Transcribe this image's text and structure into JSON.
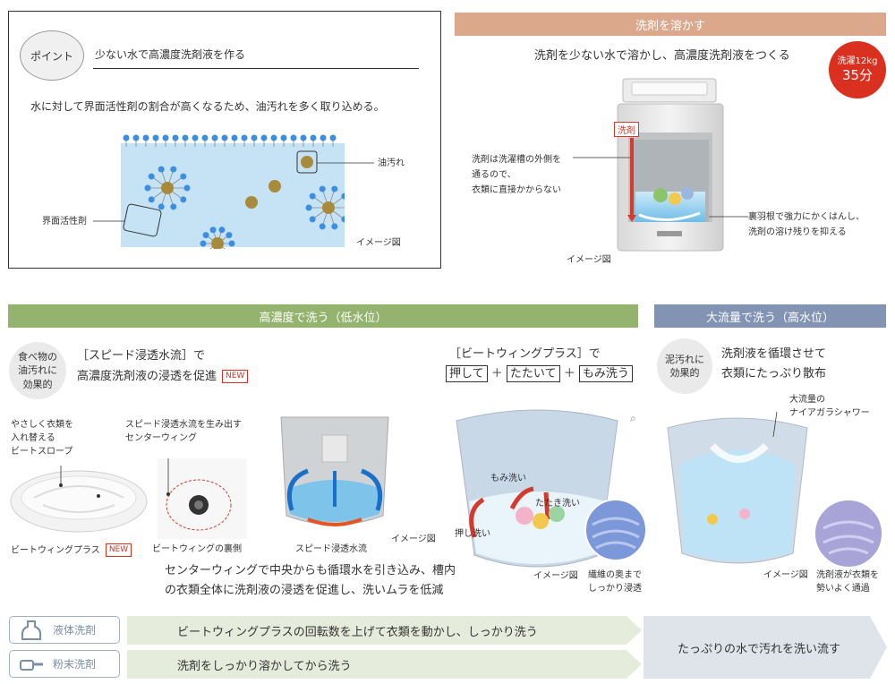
{
  "point": {
    "badge": "ポイント",
    "heading": "少ない水で高濃度洗剤液を作る",
    "description": "水に対して界面活性剤の割合が高くなるため、油汚れを多く取り込める。",
    "label_oil": "油汚れ",
    "label_surfactant": "界面活性剤",
    "image_note": "イメージ図"
  },
  "dissolve": {
    "title": "洗剤を溶かす",
    "subtitle": "洗剤を少ない水で溶かし、高濃度洗剤液をつくる",
    "badge_line1": "洗濯12kg",
    "badge_line2": "35分",
    "detergent_tag": "洗剤",
    "left_note": [
      "洗剤は洗濯槽の外側を",
      "通るので、",
      "衣類に直接かからない"
    ],
    "right_note": [
      "裏羽根で強力にかくはんし、",
      "洗剤の溶け残りを抑える"
    ],
    "image_note": "イメージ図"
  },
  "low_water": {
    "title": "高濃度で洗う（低水位）",
    "effect": [
      "食べ物の",
      "油汚れに",
      "効果的"
    ],
    "headline_1": "［スピード浸透水流］で",
    "headline_2": "高濃度洗剤液の浸透を促進",
    "new_tag": "NEW",
    "label_slope": [
      "やさしく衣類を",
      "入れ替える",
      "ビートスロープ"
    ],
    "label_center_wing": [
      "スピード浸透水流を生み出す",
      "センターウィング"
    ],
    "caption_pulsator": "ビートウィングプラス",
    "caption_back": "ビートウィングの裏側",
    "caption_flow": "スピード浸透水流",
    "image_note": "イメージ図",
    "body": [
      "センターウィングで中央からも循環水を引き込み、槽内",
      "の衣類全体に洗剤液の浸透を促進し、洗いムラを低減"
    ]
  },
  "beat_wing": {
    "headline": "［ビートウィングプラス］で",
    "push": "押して",
    "tap": "たたいて",
    "rub": "もみ洗う",
    "plus": "＋",
    "label_rub": "もみ洗い",
    "label_tap": "たたき洗い",
    "label_push": "押し洗い",
    "image_note": "イメージ図",
    "fiber_note": [
      "繊維の奥まで",
      "しっかり浸透"
    ]
  },
  "high_water": {
    "title": "大流量で洗う（高水位）",
    "effect": [
      "泥汚れに",
      "効果的"
    ],
    "headline_1": "洗剤液を循環させて",
    "headline_2": "衣類にたっぷり散布",
    "shower_label": [
      "大流量の",
      "ナイアガラシャワー"
    ],
    "image_note": "イメージ図",
    "fiber_note": [
      "洗剤液が衣類を",
      "勢いよく通過"
    ]
  },
  "bottom": {
    "liquid": "液体洗剤",
    "powder": "粉末洗剤",
    "row1": "ビートウィングプラスの回転数を上げて衣類を動かし、しっかり洗う",
    "row2": "洗剤をしっかり溶かしてから洗う",
    "final": "たっぷりの水で汚れを洗い流す"
  }
}
